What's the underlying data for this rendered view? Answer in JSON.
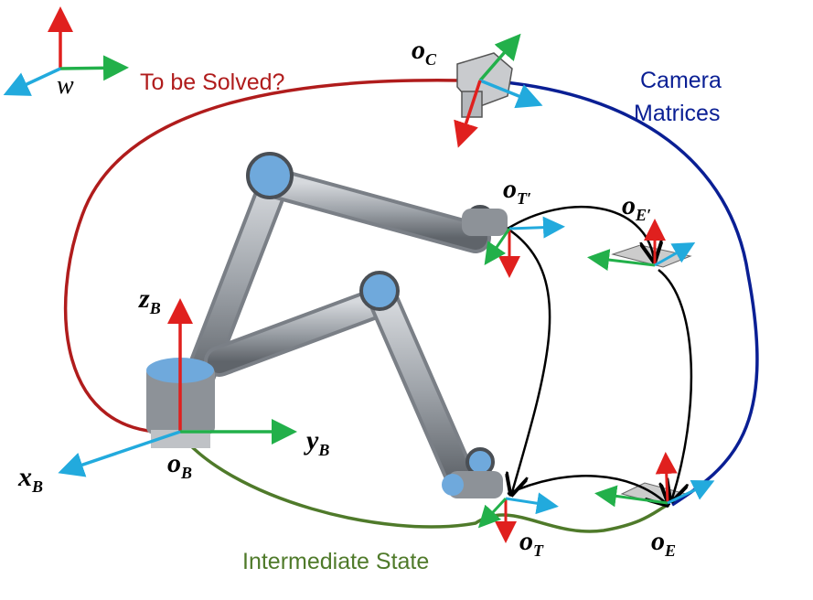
{
  "colors": {
    "red": "#b01c1c",
    "blue": "#0a1f94",
    "green": "#4f7a2a",
    "black": "#000000",
    "frame_red": "#e0201e",
    "frame_green": "#22b04a",
    "frame_blue": "#22aadd",
    "robot_blue": "#6fa9dc"
  },
  "labels": {
    "world": "w",
    "to_be_solved": "To be Solved?",
    "camera_matrices_1": "Camera",
    "camera_matrices_2": "Matrices",
    "intermediate_state": "Intermediate State",
    "o": "o",
    "z": "z",
    "x": "x",
    "y": "y",
    "sub_C": "C",
    "sub_T_prime": "T′",
    "sub_E_prime": "E′",
    "sub_B": "B",
    "sub_T": "T",
    "sub_E": "E"
  }
}
